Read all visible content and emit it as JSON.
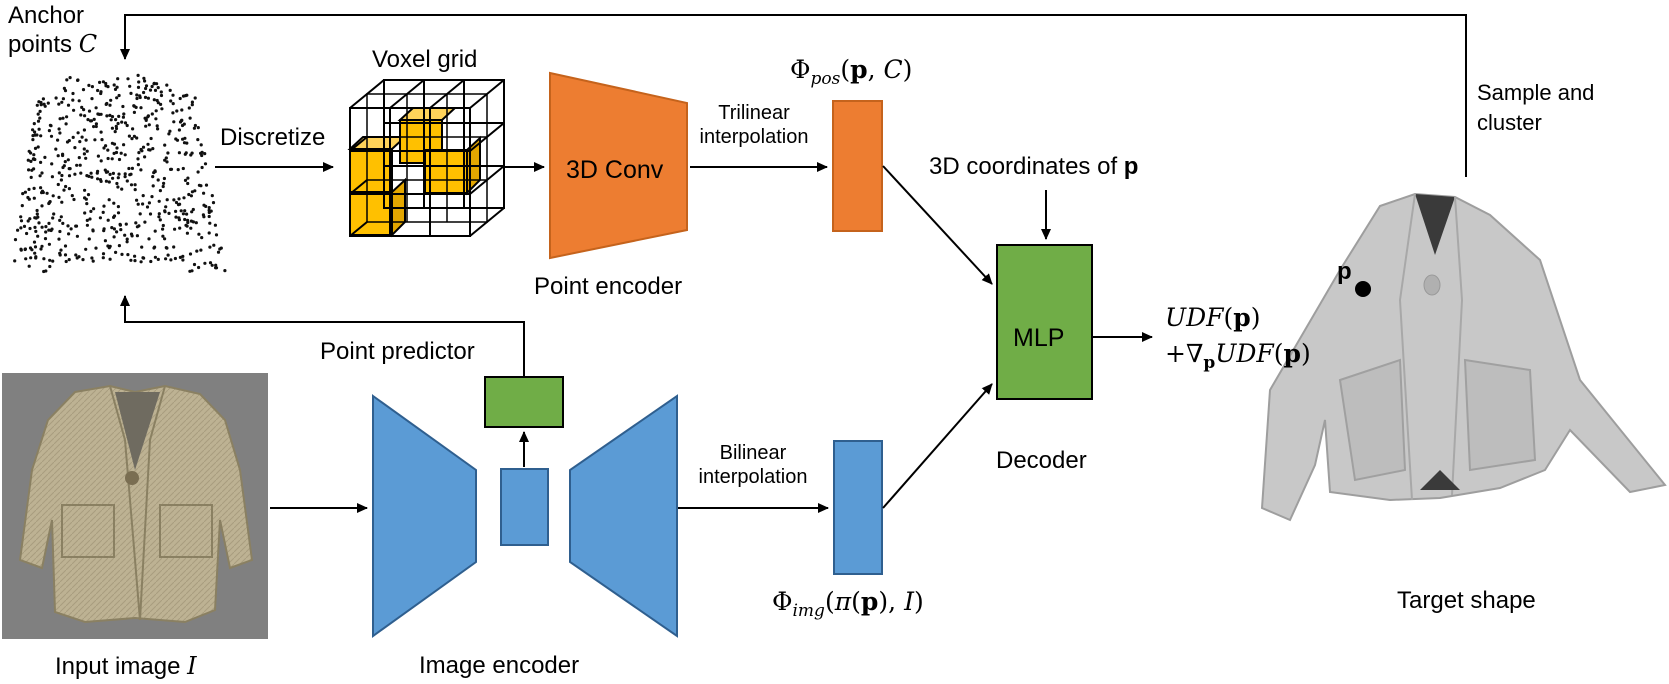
{
  "labels": {
    "anchor_line1": "Anchor",
    "anchor_line2": "points",
    "anchor_sym": "C",
    "voxel_grid": "Voxel grid",
    "discretize": "Discretize",
    "conv3d": "3D Conv",
    "point_encoder": "Point encoder",
    "trilinear_line1": "Trilinear",
    "trilinear_line2": "interpolation",
    "phi": "Φ",
    "pos_sub": "pos",
    "p": "p",
    "c": "C",
    "img_sub": "img",
    "pi": "π",
    "img_sym": "I",
    "coords_prefix": "3D coordinates of",
    "coords_p": "p",
    "mlp": "MLP",
    "decoder": "Decoder",
    "udf": "UDF",
    "grad": "+∇",
    "sample_line1": "Sample and",
    "sample_line2": "cluster",
    "target_p": "p",
    "target_shape": "Target shape",
    "point_predictor": "Point predictor",
    "bilinear_line1": "Bilinear",
    "bilinear_line2": "interpolation",
    "input_image": "Input image",
    "input_sym": "I",
    "image_encoder": "Image encoder"
  },
  "colors": {
    "orange": "#ED7D31",
    "orange_dark": "#C5631C",
    "green": "#70AD47",
    "green_dark": "#3F6F25",
    "blue": "#5B9BD5",
    "blue_dark": "#2F5F8F",
    "voxel_yellow": "#FFC000",
    "photo_bg": "#808080",
    "jacket_beige": "#B9AE8C",
    "target_gray": "#C8C8C8"
  }
}
